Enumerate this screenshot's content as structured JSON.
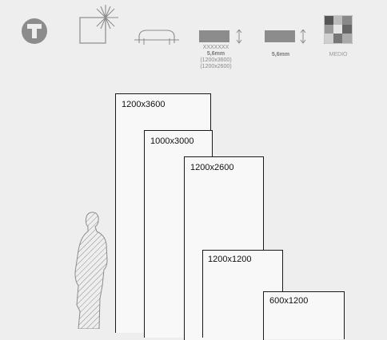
{
  "header": {
    "icons": [
      {
        "name": "tile-t-logo-icon"
      },
      {
        "name": "glossy-surface-icon"
      },
      {
        "name": "rounded-edge-icon"
      },
      {
        "name": "thickness-slab-icon"
      },
      {
        "name": "thickness-slab-icon-2"
      },
      {
        "name": "shade-variation-grid-icon"
      }
    ],
    "thickness_1": {
      "code": "XXXXXXX",
      "value": "5,6mm",
      "note1": "(1200x3600)",
      "note2": "(1200x2600)"
    },
    "thickness_2": {
      "value": "5,6mm"
    },
    "variation_label": "MEDIO"
  },
  "formats": [
    {
      "label": "1200x3600"
    },
    {
      "label": "1000x3000"
    },
    {
      "label": "1200x2600"
    },
    {
      "label": "1200x1200"
    },
    {
      "label": "600x1200"
    }
  ],
  "colors": {
    "background": "#eeeeee",
    "icon_grey": "#8c8c8c",
    "outline": "#1a1a1a"
  }
}
